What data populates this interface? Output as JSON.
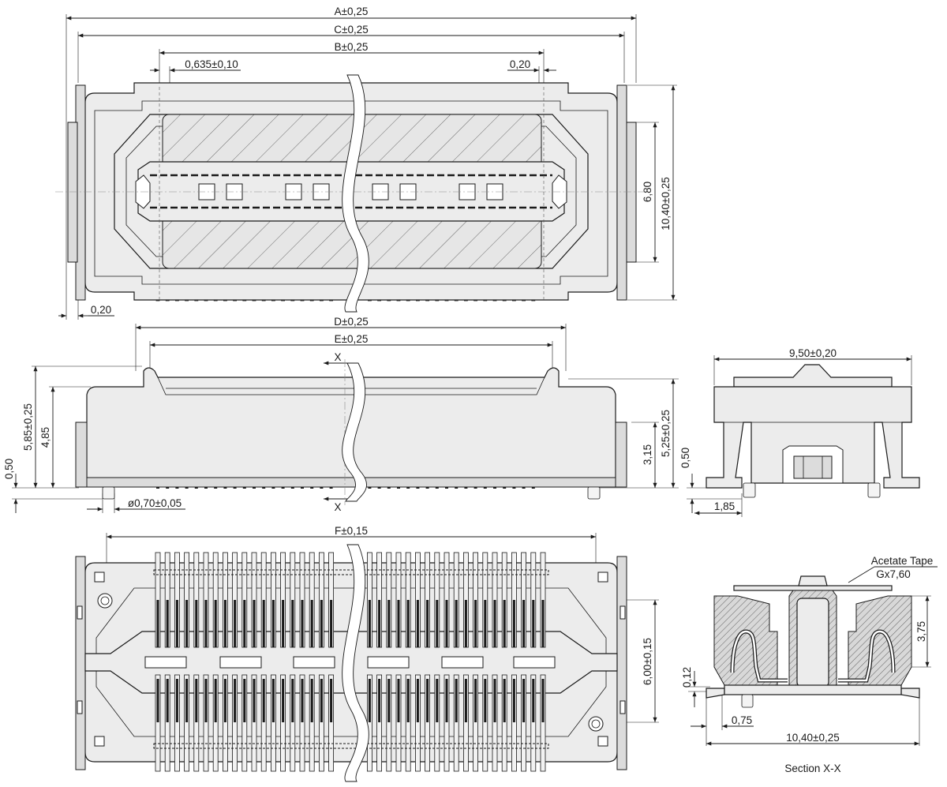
{
  "top_view": {
    "dim_a": "A±0,25",
    "dim_c": "C±0,25",
    "dim_b": "B±0,25",
    "pitch": "0,635±0,10",
    "pin_width": "0,20",
    "side_offset": "0,20",
    "height_inner": "6,80",
    "height_outer": "10,40±0,25"
  },
  "side_view": {
    "dim_d": "D±0,25",
    "dim_e": "E±0,25",
    "section_mark_top": "X",
    "section_mark_bottom": "X",
    "total_height": "5,85±0,25",
    "body_height": "4,85",
    "standoff": "0,50",
    "peg_diameter": "ø0,70±0,05",
    "right_height": "5,25±0,25",
    "right_inner": "3,15"
  },
  "end_view": {
    "width": "9,50±0,20",
    "standoff": "0,50",
    "peg_offset": "1,85"
  },
  "bottom_view": {
    "dim_f": "F±0,15",
    "height": "6,00±0,15"
  },
  "section_view": {
    "tape_label": "Acetate Tape",
    "tape_size": "Gx7,60",
    "inner_height": "3,75",
    "lead_thickness": "0,12",
    "lead_offset": "0,75",
    "width": "10,40±0,25",
    "caption": "Section X-X"
  }
}
